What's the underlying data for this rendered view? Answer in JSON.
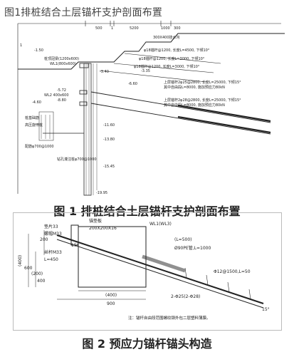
{
  "header": {
    "title": "图1排桩结合土层锚杆支护剖面布置"
  },
  "figure1": {
    "caption": "图 1 排桩结合土层锚杆支护剖面布置",
    "top_dims": [
      "500",
      "1",
      "5200",
      "1000",
      "300"
    ],
    "elevations": [
      "-3.40",
      "-3.35",
      "-6.60",
      "-5.72",
      "-11.60",
      "-13.80",
      "-15.45",
      "-19.95",
      "-1.50",
      "-4.60",
      "-8.80"
    ],
    "left_labels": [
      "桩顶冠梁(1200x600)",
      "WL1(800x600)",
      "WL2 400x600",
      "桩基础筋",
      "高压旋喷桩",
      "配筋φ700@1000"
    ],
    "pile_label": "钻孔灌注桩φ700@1000",
    "anchor_rows": [
      "φ18锚杆@1200, 长度L=4500, 下倾10°",
      "φ18锚杆@1200, 长度L=3000, 下倾10°",
      "φ18锚杆@1200, 长度L=3000, 下倾10°"
    ],
    "steel_anchor_1": "上层锚杆2φ25@2800, 长度L=25000, 下倾15°",
    "steel_anchor_1b": "其中自由段L=8000, 施加预应力80kN",
    "steel_anchor_2": "上层锚杆2φ28@2800, 长度L=25000, 下倾15°",
    "steel_anchor_2b": "其中自由段L=8000, 施加预应力80kN",
    "mesh_label": "300X400挂水沟",
    "dim_left": "1"
  },
  "figure2": {
    "caption": "图 2 预应力锚杆锚头构造",
    "labels": {
      "pad": "垫片33",
      "nut": "螺帽M33",
      "bearing_plate": "锚垫板",
      "plate_size": "200X200X16",
      "rod": "丝杆M33",
      "rod_length": "L=450",
      "waler": "WL1(WL3)",
      "tube_length": "(L=500)",
      "pe_tube": "Ø90PE管,L=1000",
      "spacer": "Φ12@1500,L=50",
      "bars": "2-Φ25(2-Φ28)",
      "dim_bottom_1": "(400)",
      "dim_bottom_2": "900",
      "dim_left_1": "(400)",
      "dim_left_2": "600",
      "dim_left_3": "(200)",
      "dim_left_4": "400",
      "dim_200": "200",
      "angle_top": "15°",
      "angle_bottom": "15°",
      "note": "注：锚杆自由段范围螺纹钢外包二层塑料薄膜。"
    }
  }
}
